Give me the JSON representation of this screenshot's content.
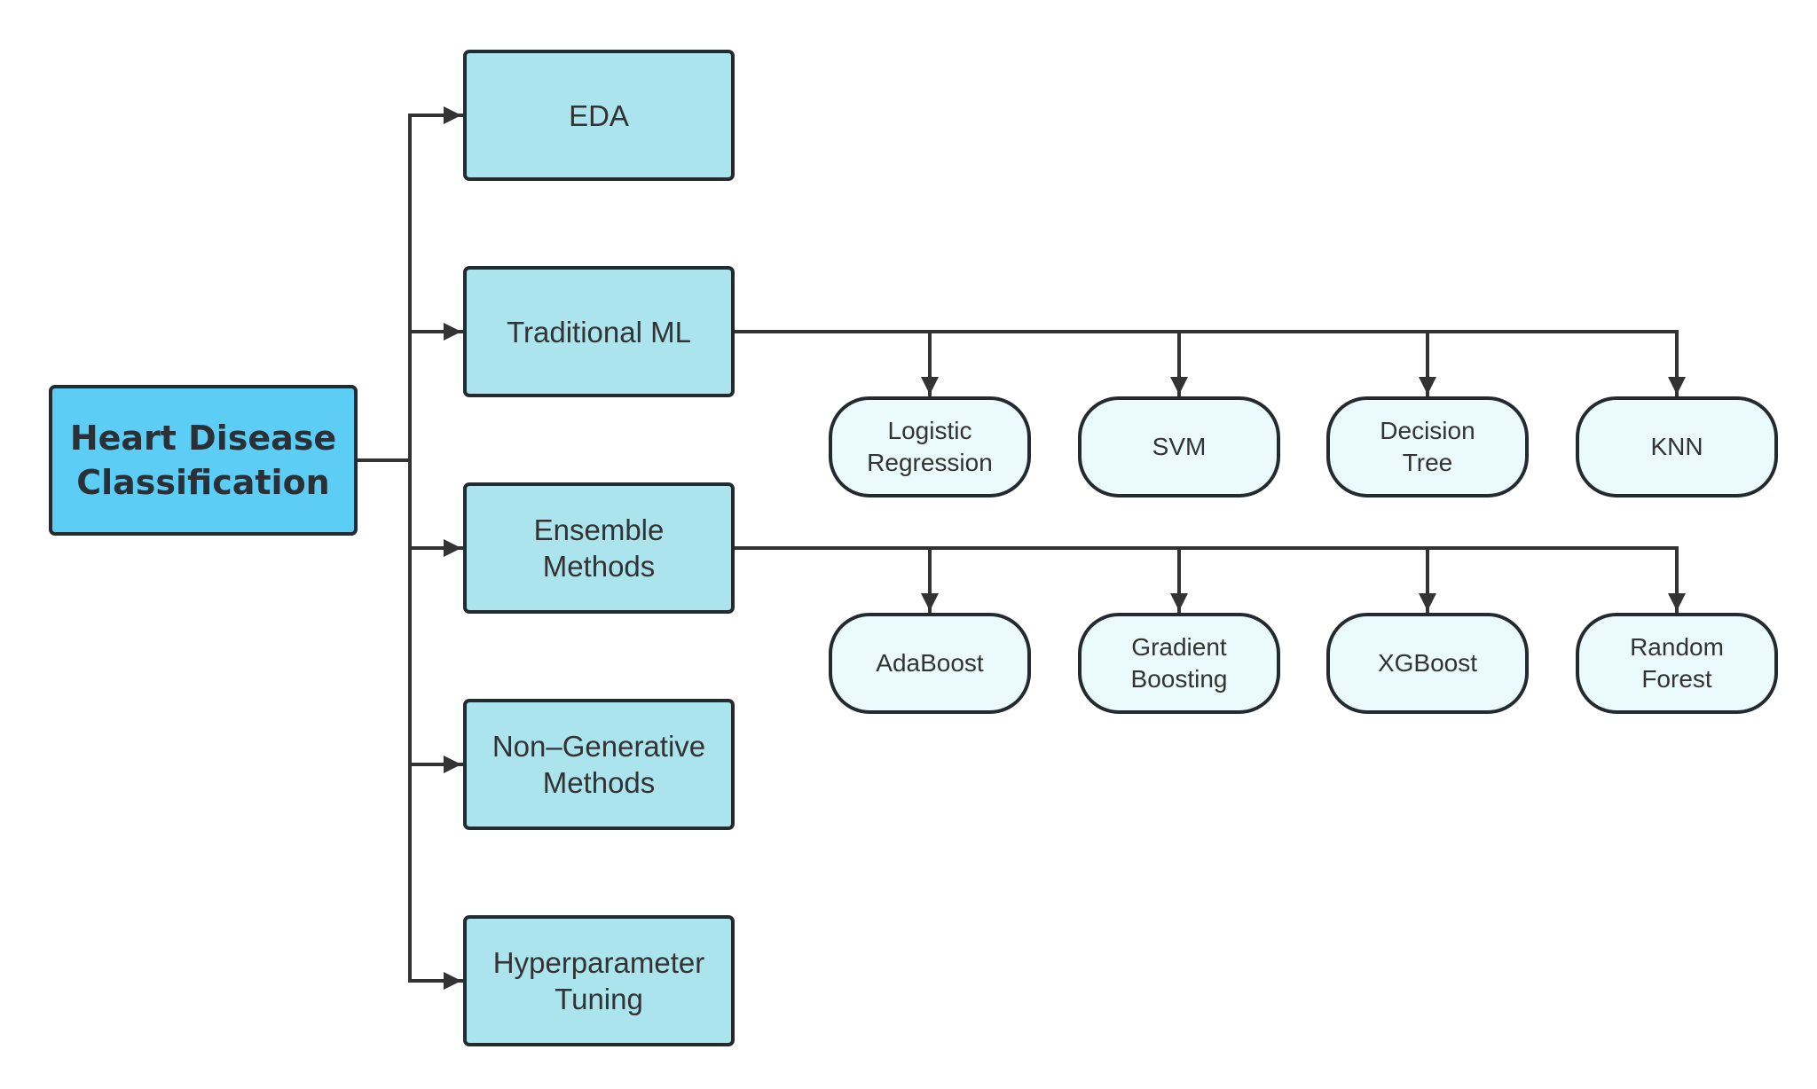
{
  "root": {
    "label": "Heart Disease\nClassification"
  },
  "branches": [
    {
      "label": "EDA"
    },
    {
      "label": "Traditional ML"
    },
    {
      "label": "Ensemble\nMethods"
    },
    {
      "label": "Non–Generative\nMethods"
    },
    {
      "label": "Hyperparameter\nTuning"
    }
  ],
  "traditional_ml_children": [
    {
      "label": "Logistic\nRegression"
    },
    {
      "label": "SVM"
    },
    {
      "label": "Decision\nTree"
    },
    {
      "label": "KNN"
    }
  ],
  "ensemble_children": [
    {
      "label": "AdaBoost"
    },
    {
      "label": "Gradient\nBoosting"
    },
    {
      "label": "XGBoost"
    },
    {
      "label": "Random\nForest"
    }
  ],
  "colors": {
    "root_fill": "#5ccdf4",
    "branch_fill": "#abe4ec",
    "leaf_fill": "#ebfafd",
    "stroke": "#242b30"
  }
}
